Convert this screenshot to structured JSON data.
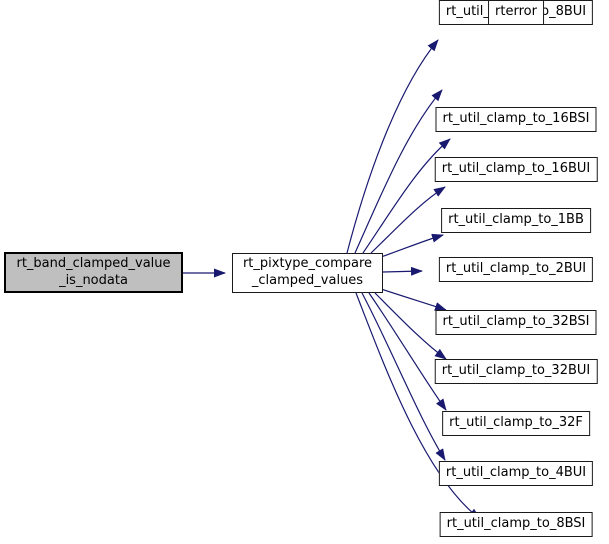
{
  "graph": {
    "kind": "doxygen-call-graph",
    "colors": {
      "background": "#ffffff",
      "edge": "#191970",
      "node_fill": "#ffffff",
      "node_border": "#1a1a1a",
      "caller_fill": "#bfbfbf",
      "caller_border": "#000000",
      "text": "#000000"
    },
    "caller": {
      "lines": [
        "rt_band_clamped_value",
        "_is_nodata"
      ]
    },
    "middle": {
      "lines": [
        "rt_pixtype_compare",
        "_clamped_values"
      ]
    },
    "callees": [
      {
        "label": "rt_util_clamp_to_16BSI"
      },
      {
        "label": "rt_util_clamp_to_16BUI"
      },
      {
        "label": "rt_util_clamp_to_1BB"
      },
      {
        "label": "rt_util_clamp_to_2BUI"
      },
      {
        "label": "rt_util_clamp_to_32BSI"
      },
      {
        "label": "rt_util_clamp_to_32BUI"
      },
      {
        "label": "rt_util_clamp_to_32F"
      },
      {
        "label": "rt_util_clamp_to_4BUI"
      },
      {
        "label": "rt_util_clamp_to_8BSI"
      },
      {
        "label": "rt_util_clamp_to_8BUI"
      },
      {
        "label": "rterror"
      }
    ]
  }
}
